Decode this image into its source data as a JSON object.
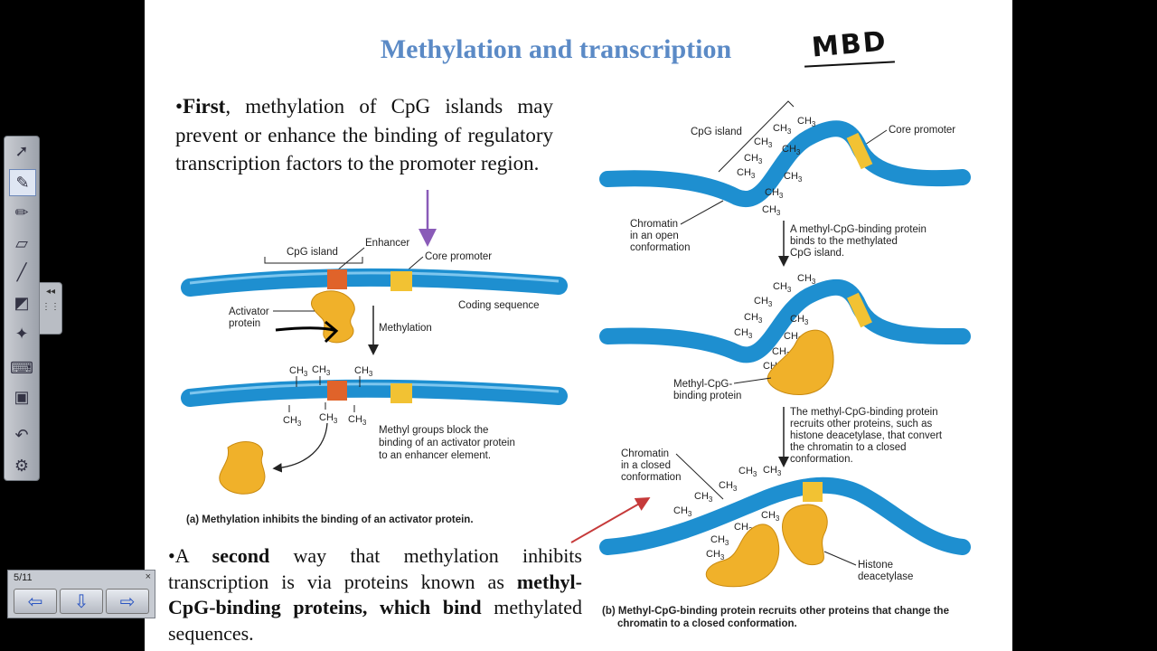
{
  "slide": {
    "title": "Methylation and transcription",
    "handwriting": "MBD",
    "bullet1": {
      "mark": "•",
      "bold": "First",
      "rest": ", methylation of CpG islands may prevent or enhance the binding of regulatory transcription factors to the promoter region."
    },
    "bullet2": {
      "mark": "•A ",
      "bold1": "second",
      "mid": " way that methylation inhibits transcription is via proteins known as ",
      "bold2": "methyl-CpG-binding proteins, which bind",
      "end": " methylated sequences."
    }
  },
  "figure_a": {
    "cpg_island": "CpG island",
    "enhancer": "Enhancer",
    "core_promoter": "Core promoter",
    "activator": [
      "Activator",
      "protein"
    ],
    "coding_sequence": "Coding sequence",
    "methylation": "Methylation",
    "ch3": "CH",
    "sub3": "3",
    "block_note": [
      "Methyl groups block the",
      "binding of an activator protein",
      "to an enhancer element."
    ],
    "caption": "(a) Methylation inhibits the binding of an activator protein."
  },
  "figure_b": {
    "cpg_island": "CpG island",
    "core_promoter": "Core promoter",
    "chromatin_open": [
      "Chromatin",
      "in an open",
      "conformation"
    ],
    "step1": [
      "A methyl-CpG-binding protein",
      "binds to the methylated",
      "CpG island."
    ],
    "mbp": [
      "Methyl-CpG-",
      "binding protein"
    ],
    "step2": [
      "The methyl-CpG-binding protein",
      "recruits other proteins, such as",
      "histone deacetylase, that convert",
      "the chromatin to a closed",
      "conformation."
    ],
    "chromatin_closed": [
      "Chromatin",
      "in a closed",
      "conformation"
    ],
    "histone": [
      "Histone",
      "deacetylase"
    ],
    "caption": [
      "(b) Methyl-CpG-binding protein recruits other proteins that change the",
      "chromatin to a closed conformation."
    ]
  },
  "toolbar": {
    "tools": [
      "select-arrow-icon",
      "pen-icon",
      "highlighter-icon",
      "eraser-icon",
      "line-icon",
      "shapes-icon",
      "magic-pen-icon",
      "keyboard-icon",
      "capture-icon",
      "undo-icon",
      "settings-icon"
    ]
  },
  "pager": {
    "count": "5/11",
    "prev": "⇦",
    "menu": "⇩",
    "next": "⇨",
    "close": "×"
  },
  "colors": {
    "title": "#5b8ac6",
    "dna": "#1e8fd0",
    "enhancer": "#e0632a",
    "promoter": "#f2c233",
    "protein": "#f0b12a",
    "arrow_purple": "#8a5bb8",
    "arrow_red": "#c63a3a"
  }
}
